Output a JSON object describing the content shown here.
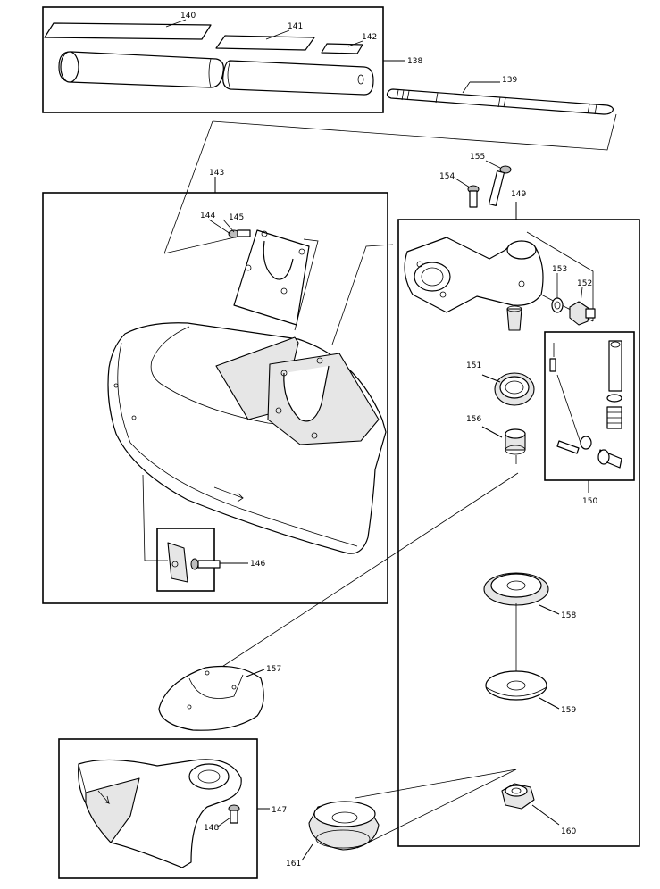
{
  "diagram": {
    "parts": [
      {
        "id": "138",
        "label": "138"
      },
      {
        "id": "139",
        "label": "139"
      },
      {
        "id": "140",
        "label": "140"
      },
      {
        "id": "141",
        "label": "141"
      },
      {
        "id": "142",
        "label": "142"
      },
      {
        "id": "143",
        "label": "143"
      },
      {
        "id": "144",
        "label": "144"
      },
      {
        "id": "145",
        "label": "145"
      },
      {
        "id": "146",
        "label": "146"
      },
      {
        "id": "147",
        "label": "147"
      },
      {
        "id": "148",
        "label": "148"
      },
      {
        "id": "149",
        "label": "149"
      },
      {
        "id": "150",
        "label": "150"
      },
      {
        "id": "151",
        "label": "151"
      },
      {
        "id": "152",
        "label": "152"
      },
      {
        "id": "153",
        "label": "153"
      },
      {
        "id": "154",
        "label": "154"
      },
      {
        "id": "155",
        "label": "155"
      },
      {
        "id": "156",
        "label": "156"
      },
      {
        "id": "157",
        "label": "157"
      },
      {
        "id": "158",
        "label": "158"
      },
      {
        "id": "159",
        "label": "159"
      },
      {
        "id": "160",
        "label": "160"
      },
      {
        "id": "161",
        "label": "161"
      }
    ]
  }
}
